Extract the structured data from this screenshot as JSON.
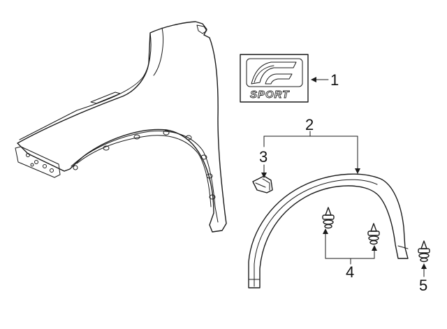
{
  "callouts": {
    "c1": "1",
    "c2": "2",
    "c3": "3",
    "c4": "4",
    "c5": "5"
  },
  "badge": {
    "emblem_text": "SPORT"
  },
  "colors": {
    "line": "#1a1a1a",
    "background": "#ffffff"
  }
}
